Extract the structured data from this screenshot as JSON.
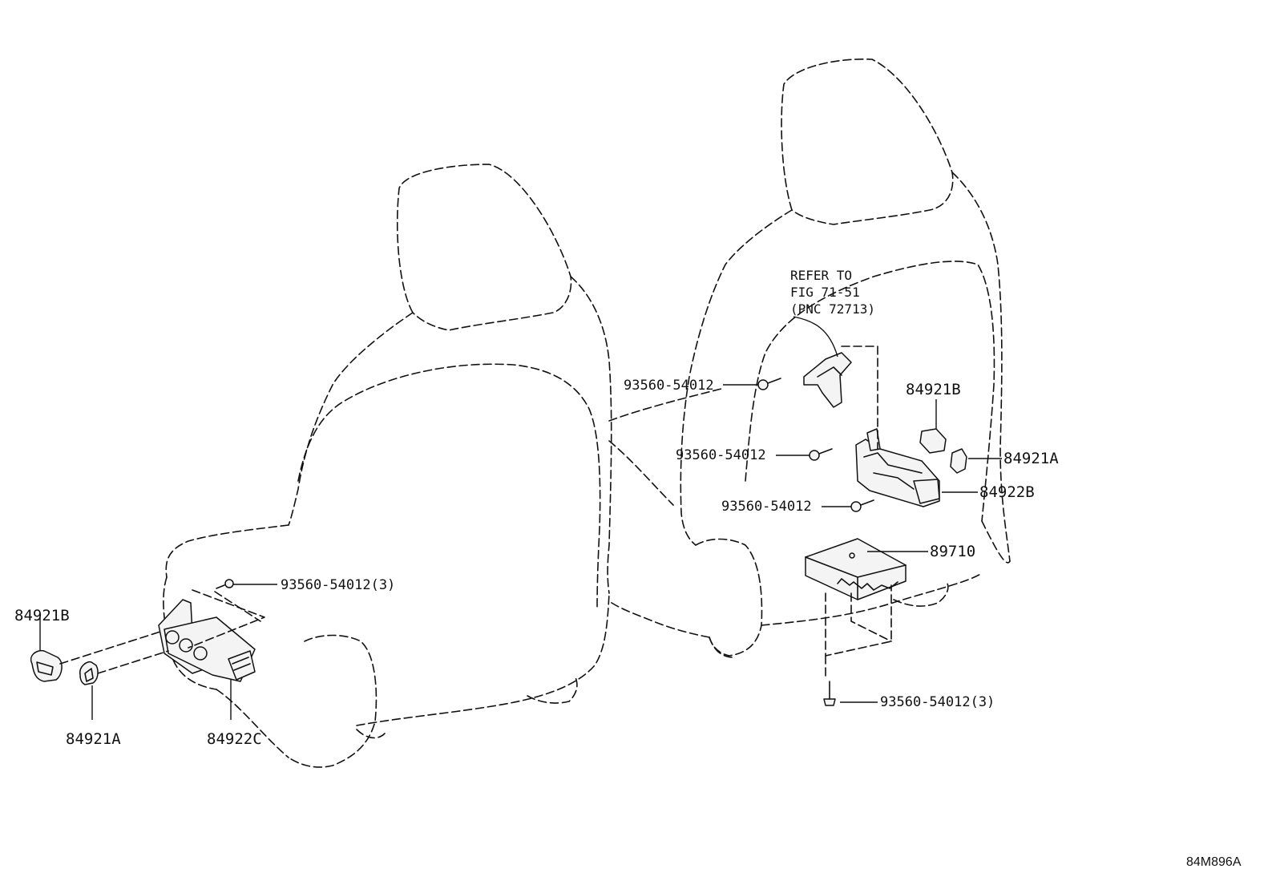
{
  "refer_note": {
    "line1": "REFER TO",
    "line2": "FIG 71-51",
    "line3": "(PNC 72713)"
  },
  "callouts": {
    "left_84921b": "84921B",
    "left_84921a": "84921A",
    "left_84922c": "84922C",
    "left_bolt": "93560-54012(3)",
    "right_bolt_1": "93560-54012",
    "right_bolt_2": "93560-54012",
    "right_bolt_3": "93560-54012",
    "right_84921b": "84921B",
    "right_84921a": "84921A",
    "right_84922b": "84922B",
    "right_89710": "89710",
    "right_bottom_bolt": "93560-54012(3)"
  },
  "figure_id": "84M896A"
}
